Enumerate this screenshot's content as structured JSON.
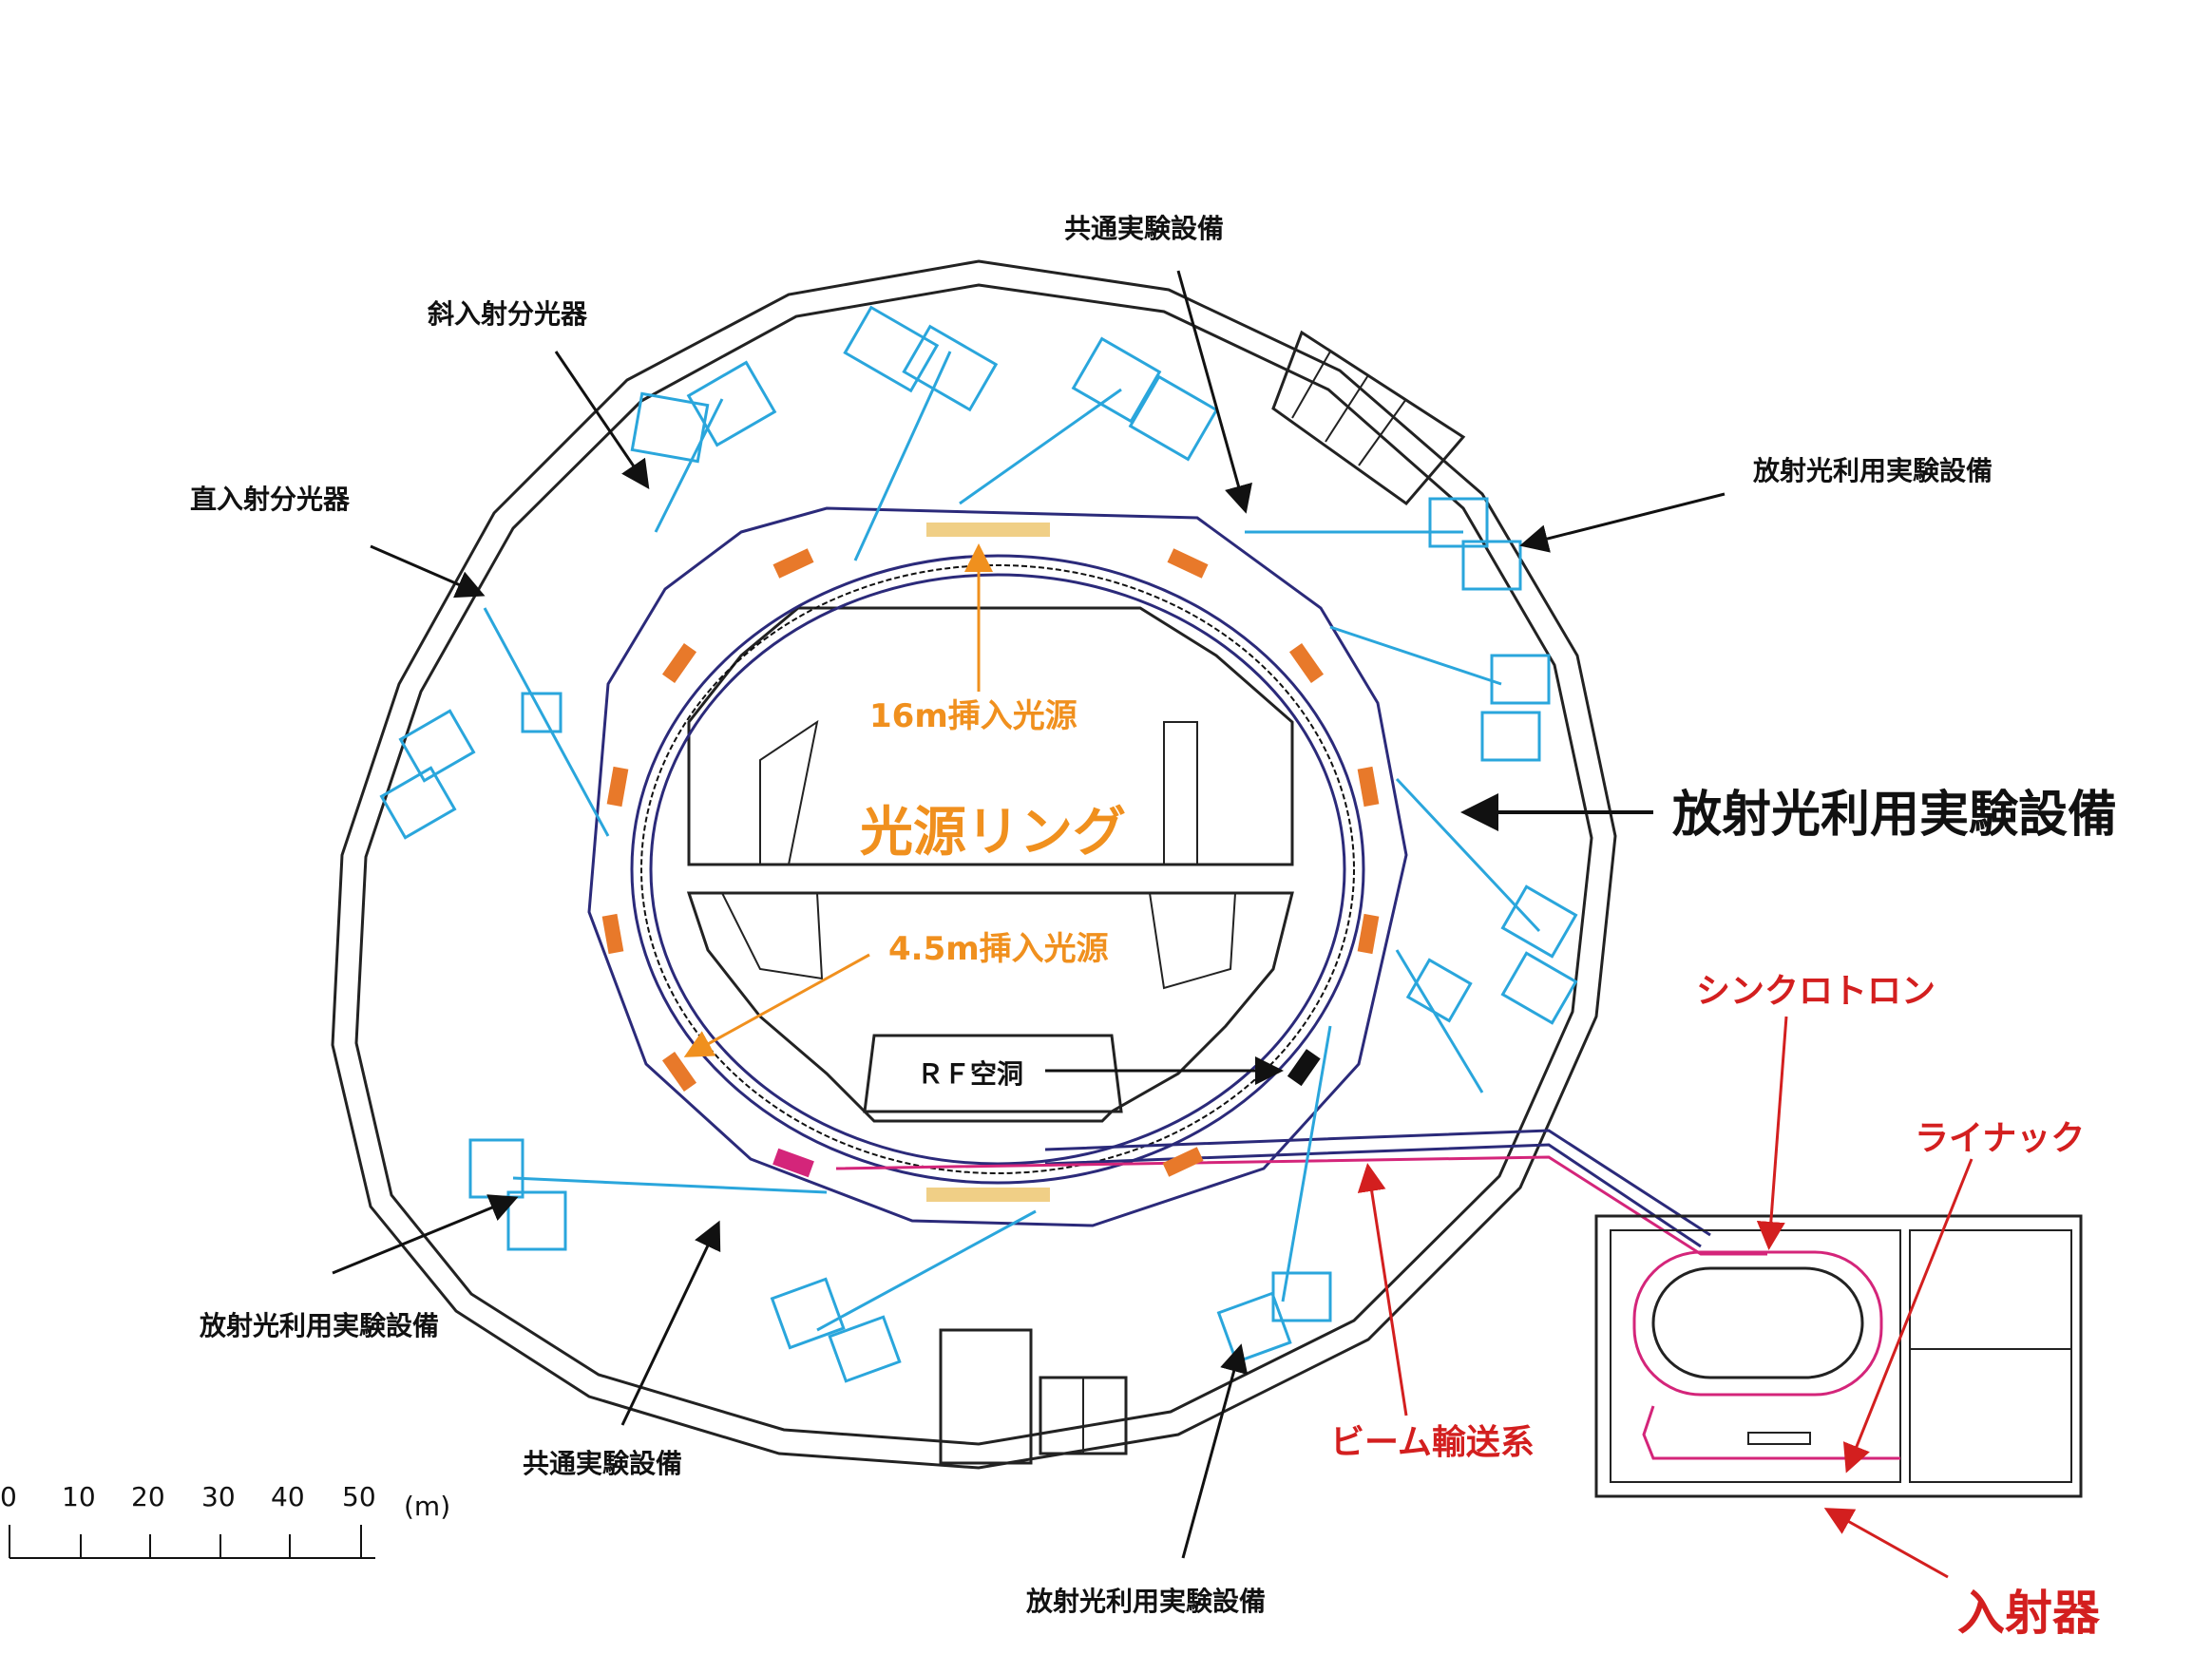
{
  "labels": {
    "common_top": "共通実験設備",
    "oblique": "斜入射分光器",
    "normal": "直入射分光器",
    "sr_right_top": "放射光利用実験設備",
    "sr_right_main": "放射光利用実験設備",
    "ring": "光源リング",
    "undulator16": "16m挿入光源",
    "undulator45": "4.5m挿入光源",
    "rf": "ＲＦ空洞",
    "synchrotron": "シンクロトロン",
    "linac": "ライナック",
    "transport": "ビーム輸送系",
    "injector": "入射器",
    "sr_left_bottom": "放射光利用実験設備",
    "common_bottom": "共通実験設備",
    "sr_bottom": "放射光利用実験設備"
  },
  "scale": {
    "ticks": [
      "0",
      "10",
      "20",
      "30",
      "40",
      "50"
    ],
    "unit": "(m)"
  },
  "colors": {
    "beamline": "#2aa6dc",
    "ring": "#2b2a7a",
    "orange_magnet": "#e8792a",
    "undulator": "#f0cf86",
    "rf_cavity": "#111111",
    "kicker": "#d4257a",
    "orange_text": "#f0901e",
    "red_text": "#d31f1f"
  }
}
